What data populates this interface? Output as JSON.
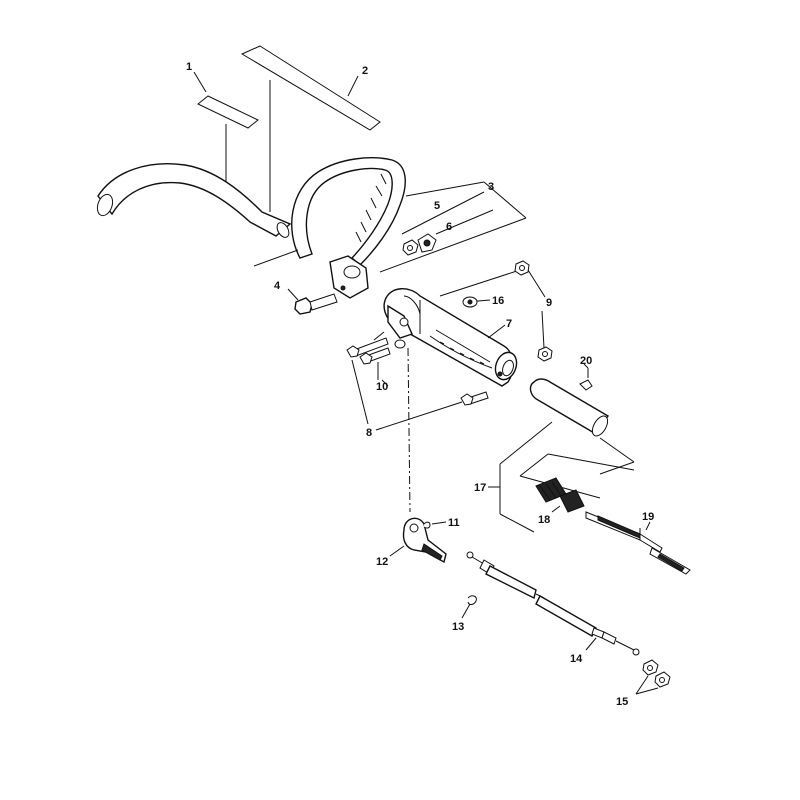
{
  "labels": [
    "1",
    "2",
    "3",
    "4",
    "5",
    "6",
    "7",
    "8",
    "9",
    "10",
    "11",
    "12",
    "13",
    "14",
    "15",
    "16",
    "17",
    "18",
    "19",
    "20"
  ]
}
